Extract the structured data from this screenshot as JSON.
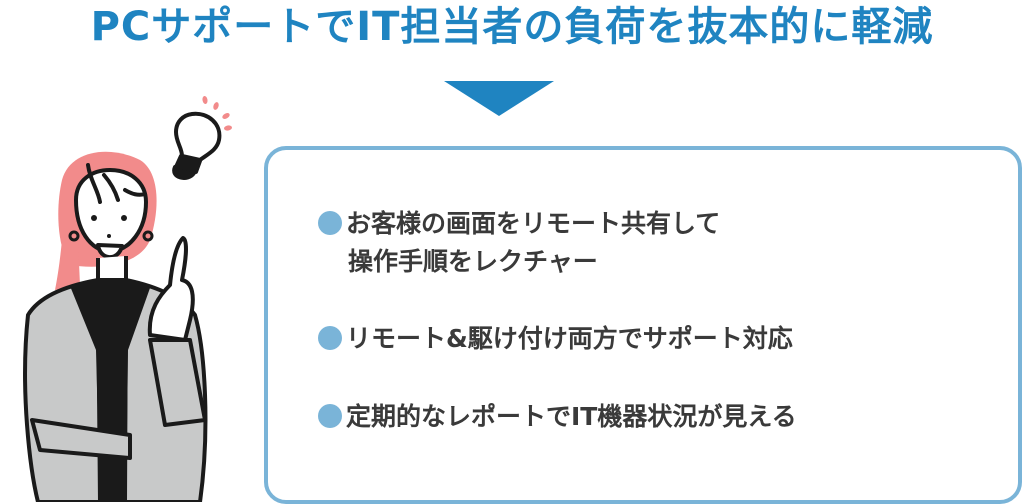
{
  "headline": "PCサポートでIT担当者の負荷を抜本的に軽減",
  "colors": {
    "headline": "#1f84c1",
    "arrow": "#1f84c1",
    "panel_border": "#7ab4d8",
    "bullet": "#7ab4d8",
    "body_text": "#3a3a3a",
    "hair": "#f28b8b",
    "jacket": "#c8c9c9"
  },
  "illustration": {
    "subject": "woman-pointing-up-with-lightbulb",
    "icons": [
      "lightbulb-icon",
      "sparkle-marks"
    ]
  },
  "benefits": [
    {
      "line1": "お客様の画面をリモート共有して",
      "line2": "操作手順をレクチャー"
    },
    {
      "line1": "リモート&駆け付け両方でサポート対応"
    },
    {
      "line1": "定期的なレポートでIT機器状況が見える"
    }
  ]
}
